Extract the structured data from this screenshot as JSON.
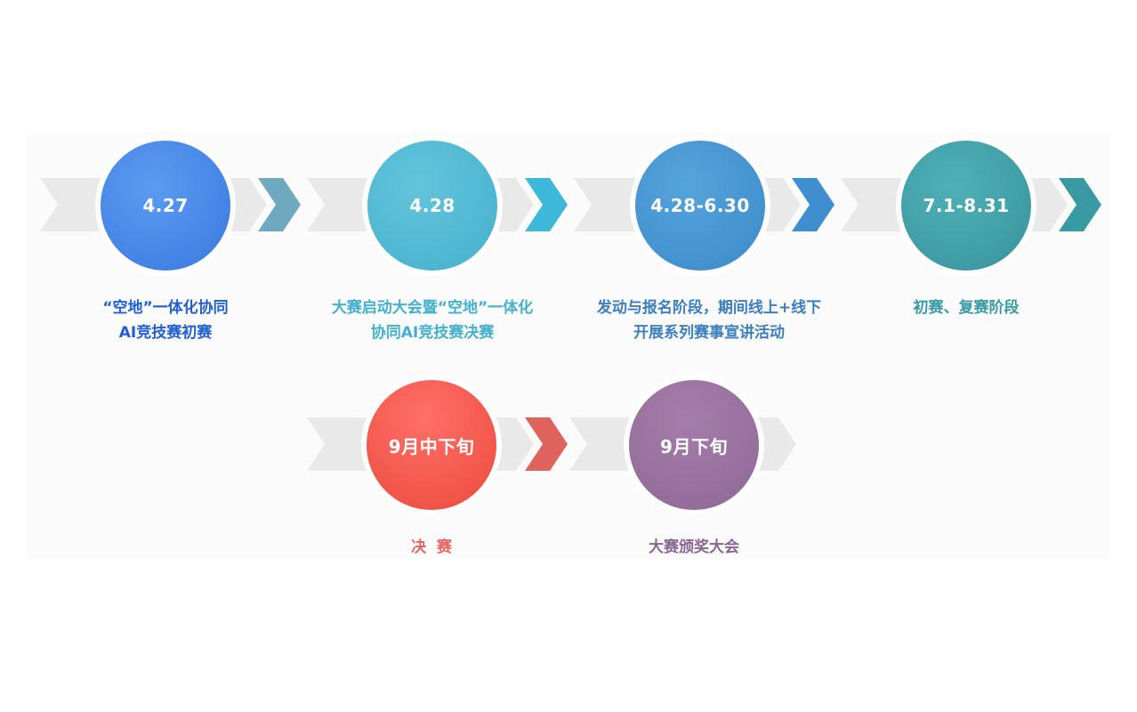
{
  "timeline": {
    "steps": [
      {
        "date": "4.27",
        "caption_line1": "“空地”一体化协同",
        "caption_line2": "AI竞技赛初赛",
        "color": "#3d7fe6",
        "caption_color": "#1f5fd6",
        "arrow_color": "#6fa9bf"
      },
      {
        "date": "4.28",
        "caption_line1": "大赛启动大会暨“空地”一体化",
        "caption_line2": "协同AI竞技赛决赛",
        "color": "#4bb7d4",
        "caption_color": "#43b0cf",
        "arrow_color": "#3db8d8"
      },
      {
        "date": "4.28-6.30",
        "caption_line1": "发动与报名阶段，期间线上+线下",
        "caption_line2": "开展系列赛事宣讲活动",
        "color": "#3f8fd0",
        "caption_color": "#3a7fbf",
        "arrow_color": "#3f8fd0"
      },
      {
        "date": "7.1-8.31",
        "caption_line1": "初赛、复赛阶段",
        "caption_line2": "",
        "color": "#3a9aa4",
        "caption_color": "#3a9aa4",
        "arrow_color": "#3a9aa4"
      },
      {
        "date": "9月中下旬",
        "caption_line1": "决  赛",
        "caption_line2": "",
        "color": "#f0524a",
        "caption_color": "#e46560",
        "arrow_color": "#e0625c"
      },
      {
        "date": "9月下旬",
        "caption_line1": "大赛颁奖大会",
        "caption_line2": "",
        "color": "#946f9a",
        "caption_color": "#8a6493",
        "arrow_color": ""
      }
    ]
  }
}
